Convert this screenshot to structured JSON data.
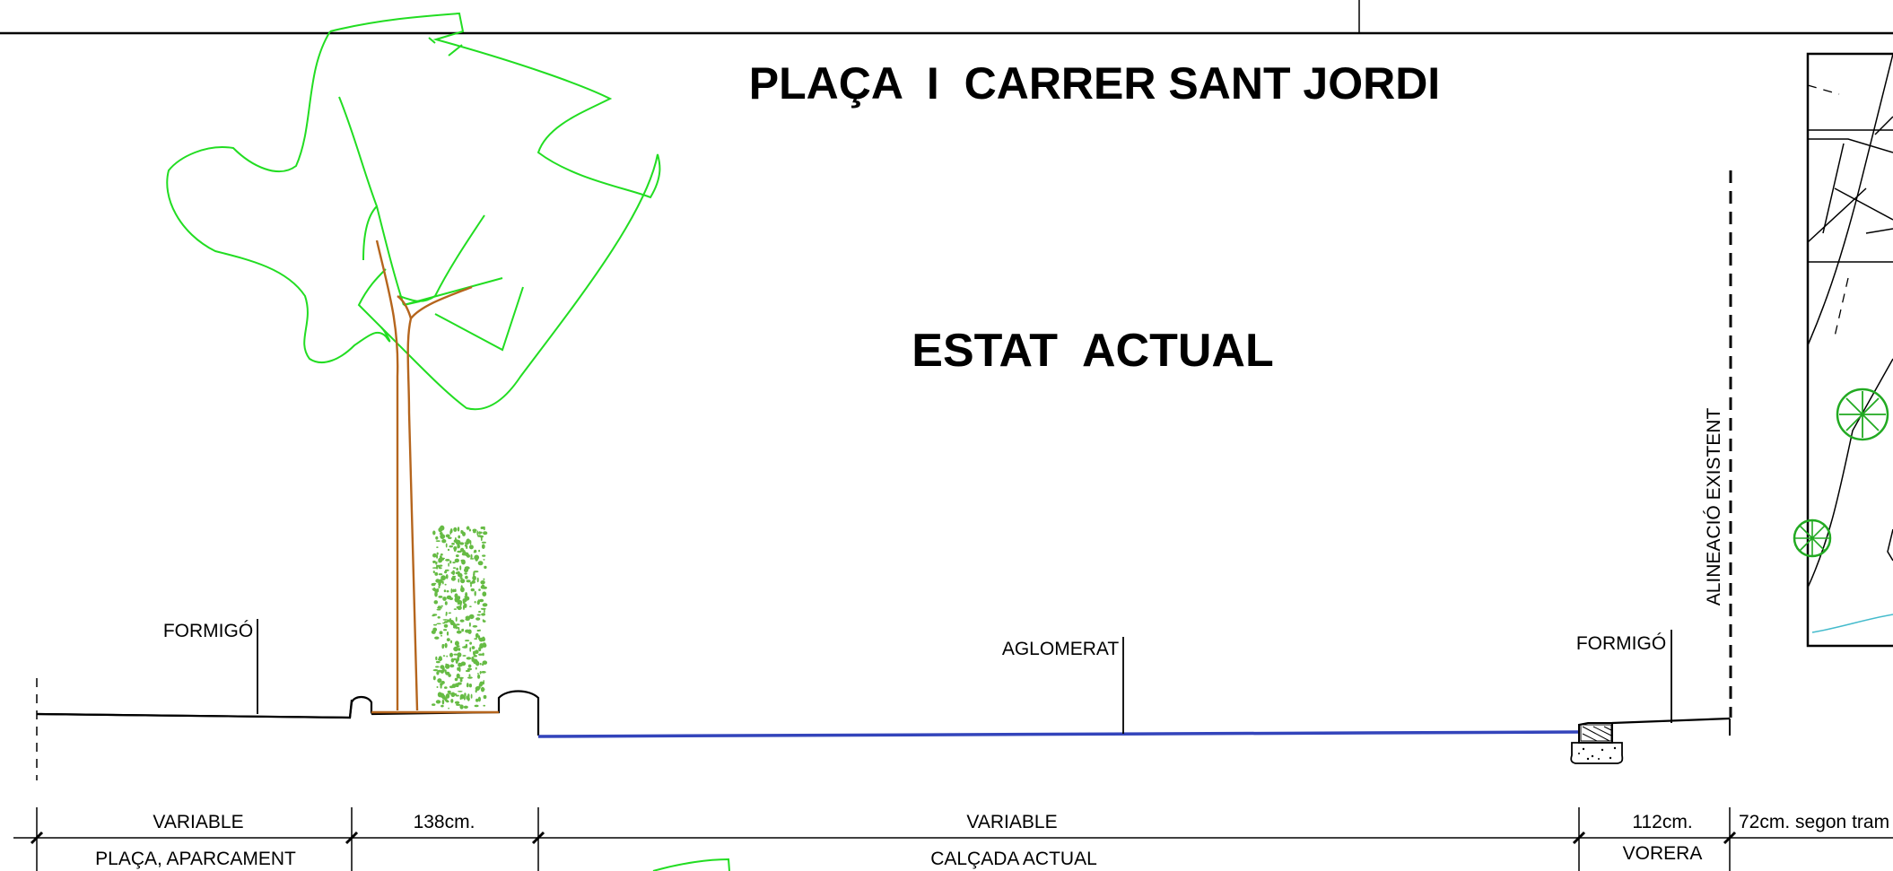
{
  "title": "PLAÇA  I  CARRER SANT JORDI",
  "subtitle": "ESTAT  ACTUAL",
  "annotations": {
    "left_material": "FORMIGÓ",
    "road_material": "AGLOMERAT",
    "right_material": "FORMIGÓ",
    "alignment": "ALINEACIÓ EXISTENT"
  },
  "dimensions": [
    {
      "value": "VARIABLE",
      "zone": "PLAÇA, APARCAMENT"
    },
    {
      "value": "138cm.",
      "zone": ""
    },
    {
      "value": "VARIABLE",
      "zone": "CALÇADA ACTUAL"
    },
    {
      "value": "112cm.",
      "zone": "VORERA"
    },
    {
      "value": "72cm. segon tram",
      "zone": ""
    }
  ],
  "colors": {
    "tree_canopy": "#22dd22",
    "trunk": "#b5651d",
    "asphalt_line": "#3344bb",
    "shrub": "#66bb44",
    "linework": "#000000"
  }
}
